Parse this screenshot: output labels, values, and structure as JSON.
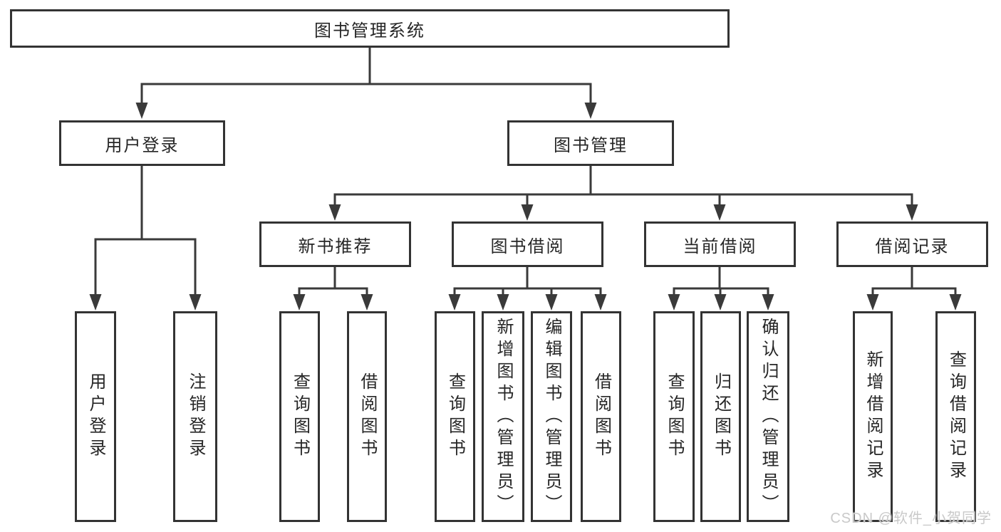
{
  "diagram": {
    "root": {
      "label": "图书管理系统"
    },
    "branches": [
      {
        "label": "用户登录",
        "leaves": [
          {
            "label": "用户登录"
          },
          {
            "label": "注销登录"
          }
        ]
      },
      {
        "label": "图书管理",
        "groups": [
          {
            "label": "新书推荐",
            "leaves": [
              {
                "label": "查询图书"
              },
              {
                "label": "借阅图书"
              }
            ]
          },
          {
            "label": "图书借阅",
            "leaves": [
              {
                "label": "查询图书"
              },
              {
                "label": "新增图书（管理员）"
              },
              {
                "label": "编辑图书（管理员）"
              },
              {
                "label": "借阅图书"
              }
            ]
          },
          {
            "label": "当前借阅",
            "leaves": [
              {
                "label": "查询图书"
              },
              {
                "label": "归还图书"
              },
              {
                "label": "确认归还（管理员）"
              }
            ]
          },
          {
            "label": "借阅记录",
            "leaves": [
              {
                "label": "新增借阅记录"
              },
              {
                "label": "查询借阅记录"
              }
            ]
          }
        ]
      }
    ]
  },
  "watermark": {
    "text": "CSDN @软件_小贺同学"
  },
  "colors": {
    "line": "#3a3a3a",
    "border": "#333333",
    "text": "#262626",
    "background": "#ffffff",
    "watermark": "#c9c9c9"
  }
}
